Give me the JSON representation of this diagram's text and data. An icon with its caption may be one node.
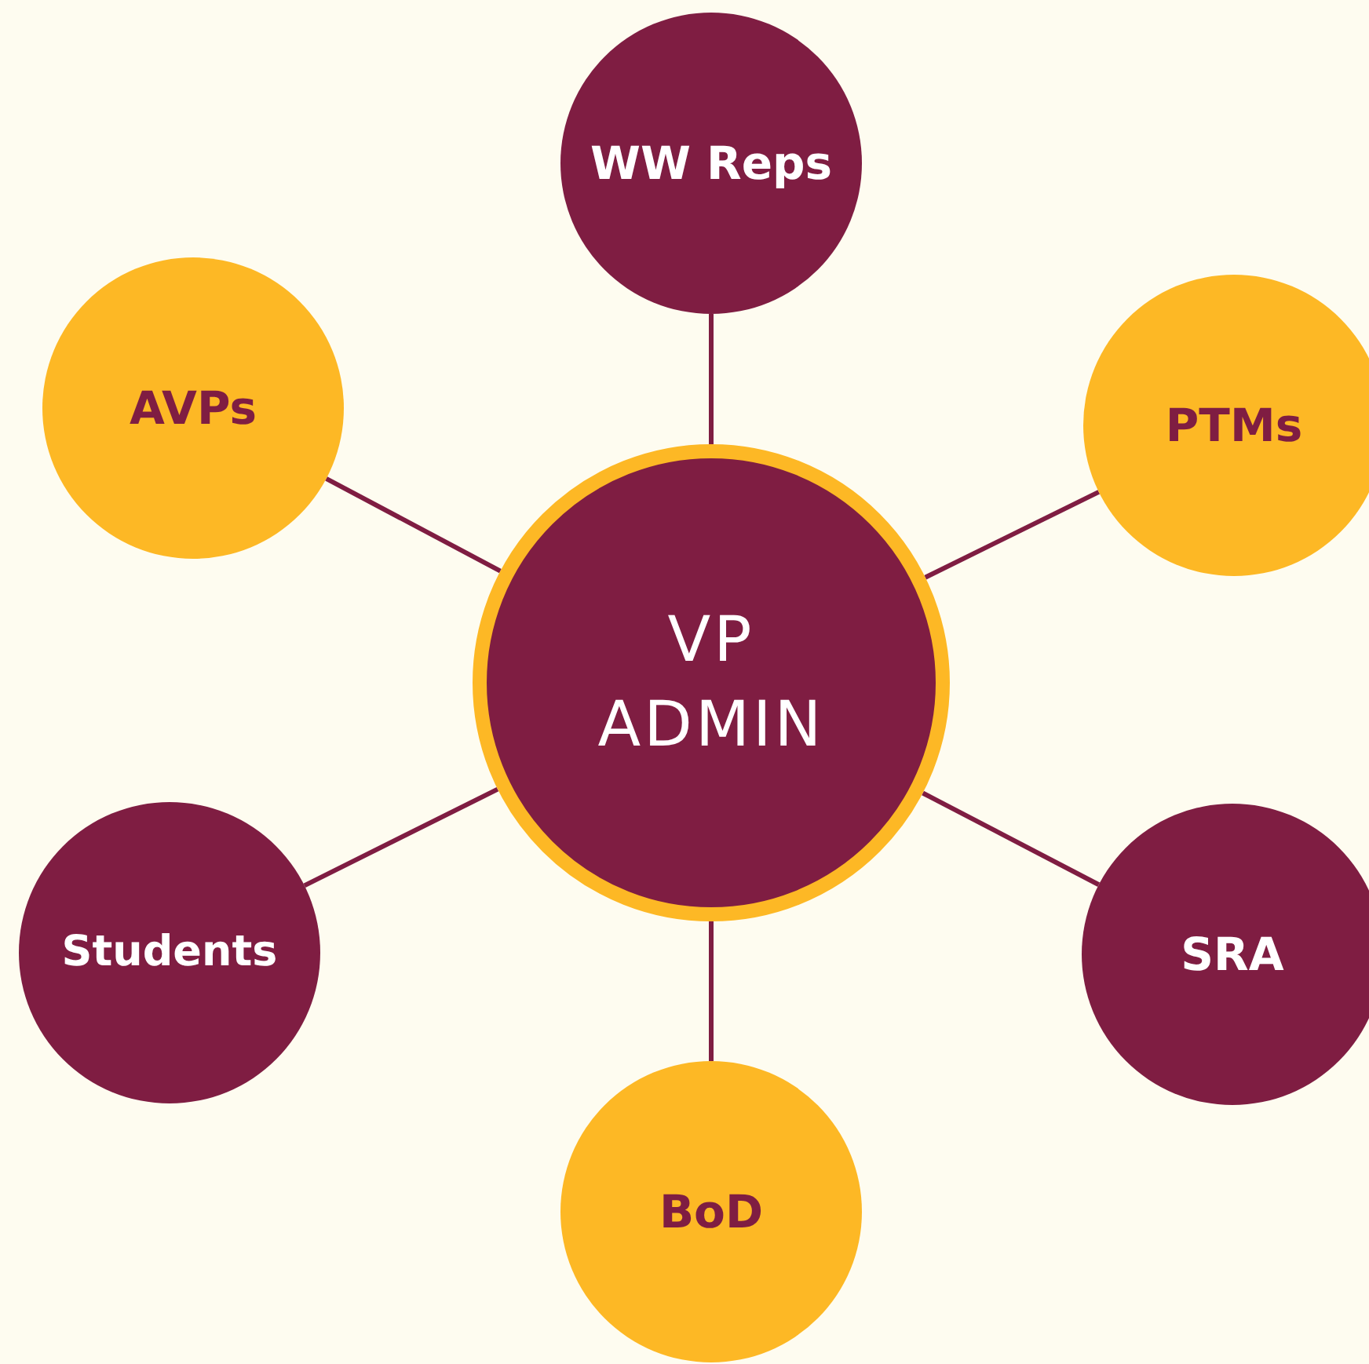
{
  "diagram": {
    "nodes": [
      {
        "text": [
          "VP ADMIN"
        ]
      },
      {
        "text": [
          "WW Reps"
        ]
      },
      {
        "text": [
          "AVPs"
        ]
      },
      {
        "text": [
          "PTMs"
        ]
      },
      {
        "text": [
          "Students"
        ]
      },
      {
        "text": [
          "SRA"
        ]
      },
      {
        "text": [
          "BoD"
        ]
      }
    ],
    "edges": [
      {
        "from": 0,
        "to": 1,
        "arrow": "none"
      },
      {
        "from": 0,
        "to": 2,
        "arrow": "none"
      },
      {
        "from": 0,
        "to": 3,
        "arrow": "none"
      },
      {
        "from": 0,
        "to": 4,
        "arrow": "none"
      },
      {
        "from": 0,
        "to": 5,
        "arrow": "none"
      },
      {
        "from": 0,
        "to": 6,
        "arrow": "none"
      }
    ]
  }
}
